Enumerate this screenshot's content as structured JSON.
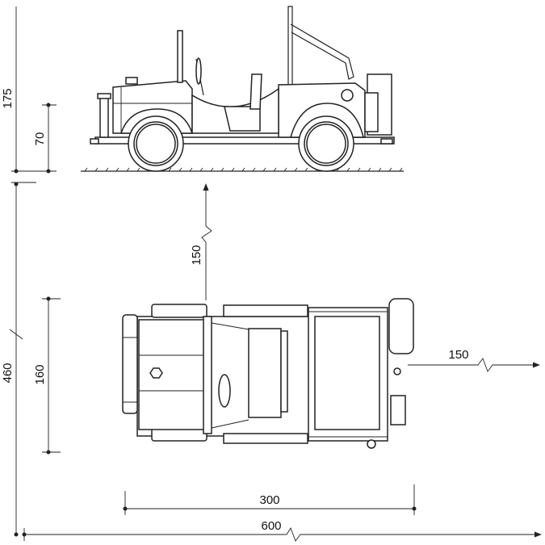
{
  "dimensions": {
    "side_total_height": "175",
    "side_seat_height": "70",
    "front_clearance": "150",
    "top_total_width": "460",
    "top_inner_width": "160",
    "rear_clearance": "150",
    "wheelbase_length": "300",
    "total_length": "600"
  },
  "colors": {
    "line": "#222222",
    "background": "#ffffff"
  }
}
